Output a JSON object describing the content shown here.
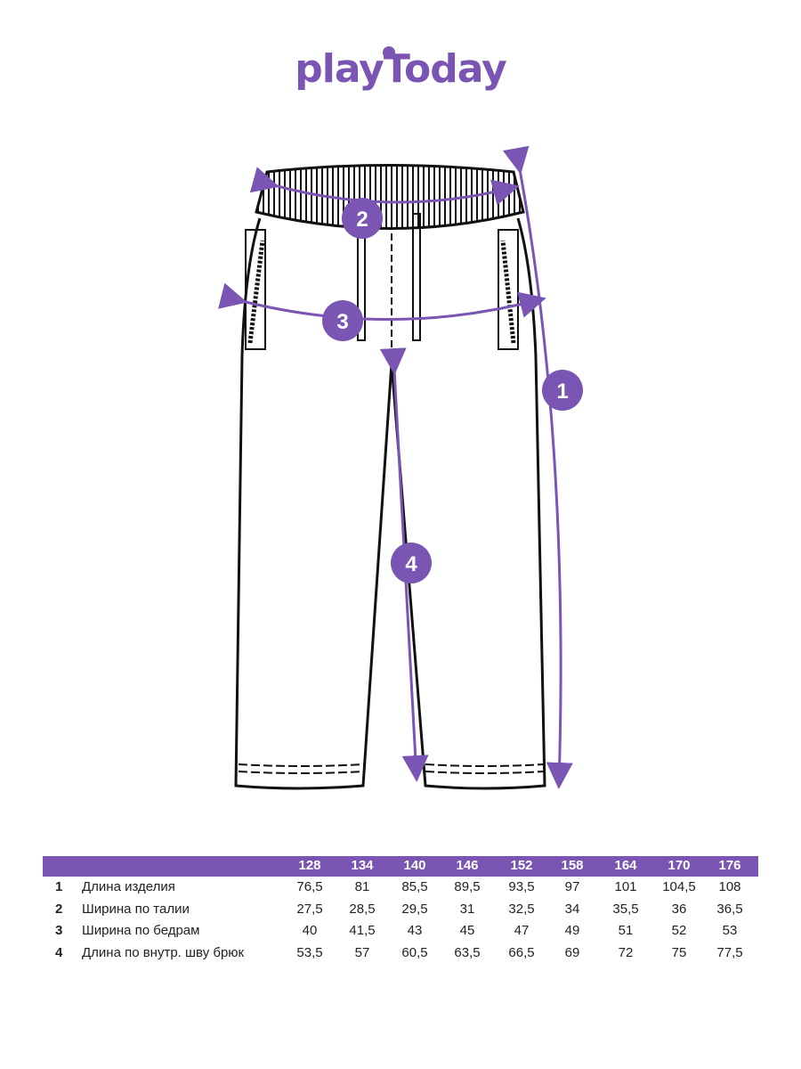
{
  "brand": {
    "logo_text": "playToday",
    "accent": "#7a55b3"
  },
  "markers": [
    "1",
    "2",
    "3",
    "4"
  ],
  "table": {
    "sizes": [
      "128",
      "134",
      "140",
      "146",
      "152",
      "158",
      "164",
      "170",
      "176"
    ],
    "rows": [
      {
        "num": "1",
        "label": "Длина изделия",
        "values": [
          "76,5",
          "81",
          "85,5",
          "89,5",
          "93,5",
          "97",
          "101",
          "104,5",
          "108"
        ]
      },
      {
        "num": "2",
        "label": "Ширина по талии",
        "values": [
          "27,5",
          "28,5",
          "29,5",
          "31",
          "32,5",
          "34",
          "35,5",
          "36",
          "36,5"
        ]
      },
      {
        "num": "3",
        "label": "Ширина по бедрам",
        "values": [
          "40",
          "41,5",
          "43",
          "45",
          "47",
          "49",
          "51",
          "52",
          "53"
        ]
      },
      {
        "num": "4",
        "label": "Длина по внутр. шву брюк",
        "values": [
          "53,5",
          "57",
          "60,5",
          "63,5",
          "66,5",
          "69",
          "72",
          "75",
          "77,5"
        ]
      }
    ]
  }
}
